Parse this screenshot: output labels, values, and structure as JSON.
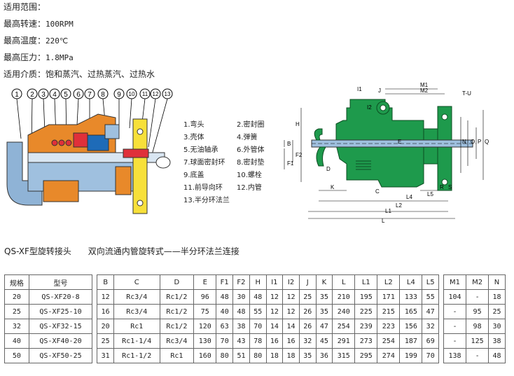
{
  "specs": [
    {
      "label": "适用范围：",
      "value": ""
    },
    {
      "label": "最高转速：",
      "value": "100RPM"
    },
    {
      "label": "最高温度：",
      "value": "220℃"
    },
    {
      "label": "最高压力：",
      "value": "1.8MPa"
    },
    {
      "label": "适用介质：",
      "value": "饱和蒸汽、过热蒸汽、过热水"
    }
  ],
  "diagram_left": {
    "callouts": [
      "1",
      "2",
      "3",
      "4",
      "5",
      "6",
      "7",
      "8",
      "9",
      "10",
      "11",
      "12",
      "13"
    ]
  },
  "legend": [
    {
      "num": "1.",
      "name": "弯头"
    },
    {
      "num": "2.",
      "name": "密封圈"
    },
    {
      "num": "3.",
      "name": "壳体"
    },
    {
      "num": "4.",
      "name": "弹簧"
    },
    {
      "num": "5.",
      "name": "无油轴承"
    },
    {
      "num": "6.",
      "name": "外管体"
    },
    {
      "num": "7.",
      "name": "球面密封环"
    },
    {
      "num": "8.",
      "name": "密封垫"
    },
    {
      "num": "9.",
      "name": "底盖"
    },
    {
      "num": "10.",
      "name": "螺栓"
    },
    {
      "num": "11.",
      "name": "前导向环"
    },
    {
      "num": "12.",
      "name": "内管"
    },
    {
      "num": "13.",
      "name": "半分环法兰"
    }
  ],
  "diagram_right": {
    "dims": {
      "I1": "I1",
      "J": "J",
      "M1": "M1",
      "M2": "M2",
      "TU": "T-U",
      "I2": "I2",
      "H": "H",
      "B": "B",
      "F2": "F2",
      "F1": "F1",
      "E": "E",
      "D": "D",
      "N": "N",
      "O": "O",
      "P": "P",
      "Q": "Q",
      "K": "K",
      "C": "C",
      "R": "R",
      "S": "S",
      "L5": "L5",
      "L4": "L4",
      "L2": "L2",
      "L1": "L1",
      "L": "L"
    }
  },
  "product": {
    "model": "QS-XF型旋转接头",
    "description": "双向流通内管旋转式——半分环法兰连接"
  },
  "table": {
    "headers": [
      "规格",
      "型号",
      "B",
      "C",
      "D",
      "E",
      "F1",
      "F2",
      "H",
      "I1",
      "I2",
      "J",
      "K",
      "L",
      "L1",
      "L2",
      "L4",
      "L5",
      "M1",
      "M2",
      "N"
    ],
    "rows": [
      [
        "20",
        "QS-XF20-8",
        "12",
        "Rc3/4",
        "Rc1/2",
        "96",
        "48",
        "30",
        "48",
        "12",
        "12",
        "25",
        "35",
        "210",
        "195",
        "171",
        "133",
        "55",
        "104",
        "-",
        "18"
      ],
      [
        "25",
        "QS-XF25-10",
        "16",
        "Rc3/4",
        "Rc1/2",
        "75",
        "40",
        "48",
        "55",
        "12",
        "12",
        "26",
        "35",
        "240",
        "225",
        "215",
        "165",
        "47",
        "-",
        "95",
        "25"
      ],
      [
        "32",
        "QS-XF32-15",
        "20",
        "Rc1",
        "Rc1/2",
        "120",
        "63",
        "38",
        "70",
        "14",
        "14",
        "26",
        "47",
        "254",
        "239",
        "223",
        "156",
        "32",
        "-",
        "98",
        "30"
      ],
      [
        "40",
        "QS-XF40-20",
        "25",
        "Rc1-1/4",
        "Rc3/4",
        "130",
        "70",
        "43",
        "78",
        "16",
        "16",
        "32",
        "45",
        "291",
        "273",
        "254",
        "187",
        "69",
        "-",
        "125",
        "38"
      ],
      [
        "50",
        "QS-XF50-25",
        "31",
        "Rc1-1/2",
        "Rc1",
        "160",
        "80",
        "51",
        "80",
        "18",
        "18",
        "35",
        "36",
        "315",
        "295",
        "274",
        "199",
        "70",
        "138",
        "-",
        "48"
      ]
    ]
  },
  "colors": {
    "green": "#1e9a4c",
    "orange": "#e8892a",
    "steel": "#8fb3d6",
    "yellow": "#f7e03a",
    "red": "#e0303a"
  }
}
